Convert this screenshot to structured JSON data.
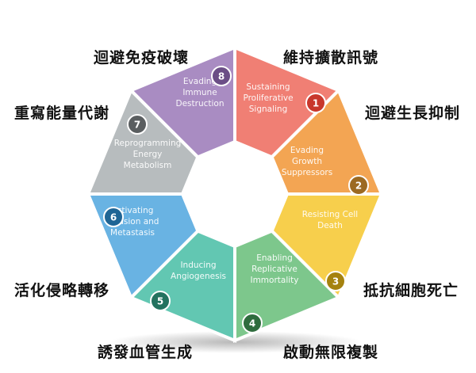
{
  "segments": [
    {
      "number": "1",
      "lines": [
        "Sustaining",
        "Proliferative",
        "Signaling"
      ],
      "zh": "維持擴散訊號",
      "color": "#f07f74",
      "badge": "#c8372c"
    },
    {
      "number": "2",
      "lines": [
        "Evading",
        "Growth",
        "Suppressors"
      ],
      "zh": "迴避生長抑制",
      "color": "#f3a553",
      "badge": "#9c6a22"
    },
    {
      "number": "3",
      "lines": [
        "Resisting Cell",
        "Death"
      ],
      "zh": "抵抗細胞死亡",
      "color": "#f7cf4c",
      "badge": "#a5820f"
    },
    {
      "number": "4",
      "lines": [
        "Enabling",
        "Replicative",
        "Immortality"
      ],
      "zh": "啟動無限複製",
      "color": "#7dc78c",
      "badge": "#2f6c3e"
    },
    {
      "number": "5",
      "lines": [
        "Inducing",
        "Angiogenesis"
      ],
      "zh": "誘發血管生成",
      "color": "#62c7b2",
      "badge": "#23725f"
    },
    {
      "number": "6",
      "lines": [
        "Activating",
        "Invasion and",
        "Metastasis"
      ],
      "zh": "活化侵略轉移",
      "color": "#69b3e3",
      "badge": "#1f6595"
    },
    {
      "number": "7",
      "lines": [
        "Reprogramming",
        "Energy",
        "Metabolism"
      ],
      "zh": "重寫能量代謝",
      "color": "#b7bcbe",
      "badge": "#5a5e60"
    },
    {
      "number": "8",
      "lines": [
        "Evading",
        "Immune",
        "Destruction"
      ],
      "zh": "迴避免疫破壞",
      "color": "#a98cc2",
      "badge": "#6b4e86"
    }
  ]
}
